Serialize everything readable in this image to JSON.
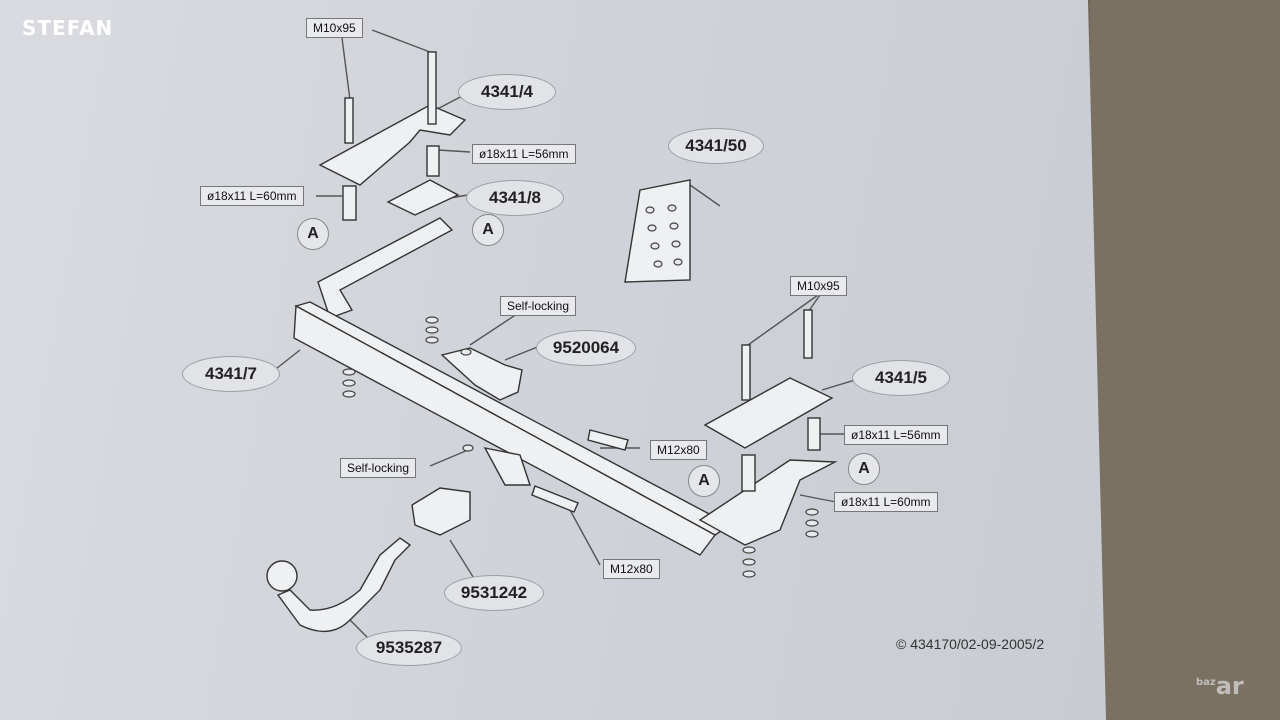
{
  "watermark": "STEFAN",
  "brand": {
    "text": "baz",
    "suffix": "ar"
  },
  "callouts": {
    "crossmember": "4341/7",
    "plate_left_top": "4341/4",
    "plate_left_small": "4341/8",
    "plate_right": "4341/5",
    "part_50": "4341/50",
    "socket_plate": "9520064",
    "lock_block": "9531242",
    "tow_ball": "9535287"
  },
  "labels": {
    "bolt_left": "M10x95",
    "bolt_right": "M10x95",
    "spacer_56_left": "ø18x11 L=56mm",
    "spacer_60_left": "ø18x11 L=60mm",
    "spacer_56_right": "ø18x11 L=56mm",
    "spacer_60_right": "ø18x11 L=60mm",
    "self_locking_top": "Self-locking",
    "self_locking_bottom": "Self-locking",
    "bolt_m12_top": "M12x80",
    "bolt_m12_bottom": "M12x80",
    "marker": "A"
  },
  "copyright": "© 434170/02-09-2005/2"
}
